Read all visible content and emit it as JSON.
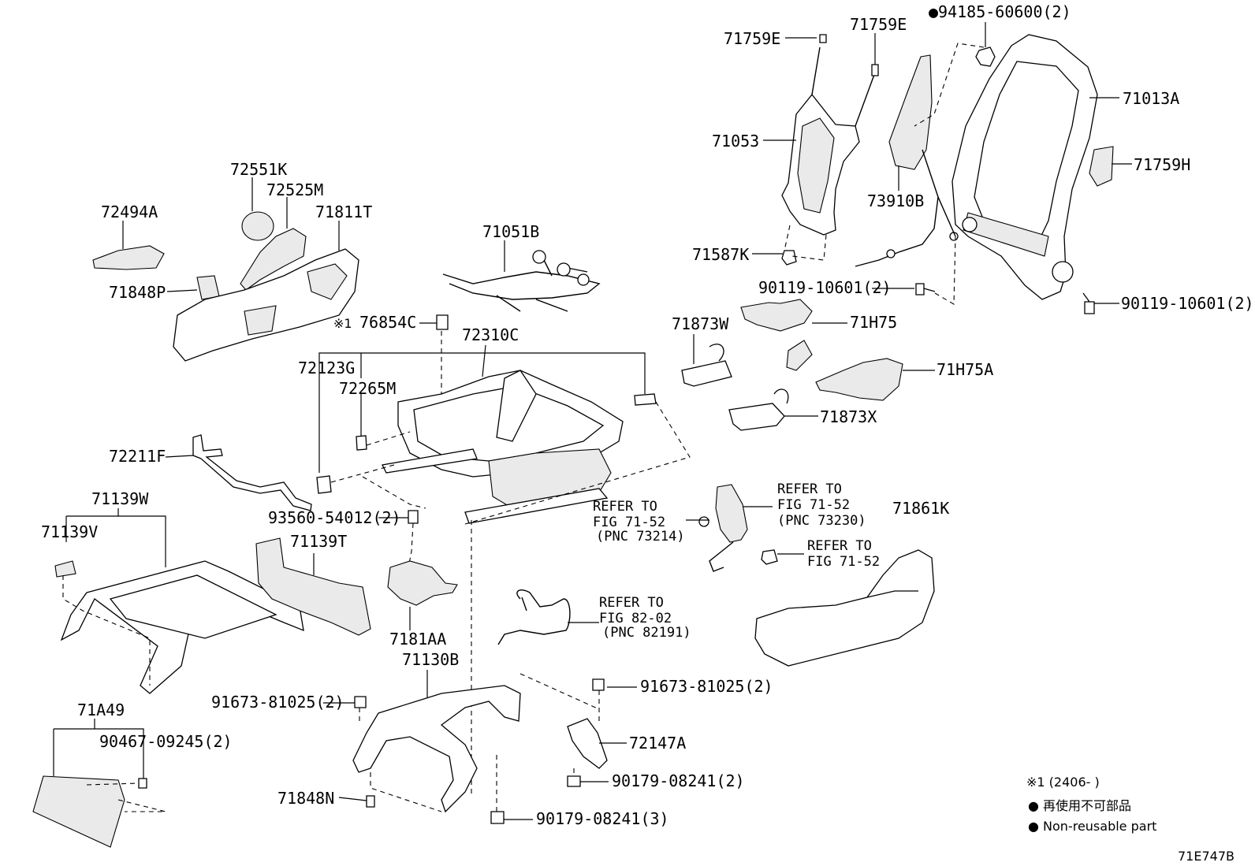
{
  "diagram_code": "71E747B",
  "labels": {
    "p71759E_a": "71759E",
    "p71759E_b": "71759E",
    "p94185": "●94185-60600(2)",
    "p71013A": "71013A",
    "p71053": "71053",
    "p71759H": "71759H",
    "p73910B": "73910B",
    "p72551K": "72551K",
    "p72525M": "72525M",
    "p72494A": "72494A",
    "p71811T": "71811T",
    "p71051B": "71051B",
    "p71587K": "71587K",
    "p90119_a": "90119-10601(2)",
    "p90119_b": "90119-10601(2)",
    "p71848P": "71848P",
    "note_mark": "※1",
    "p76854C": "76854C",
    "p71873W": "71873W",
    "p71H75": "71H75",
    "p72310C": "72310C",
    "p72123G": "72123G",
    "p72265M": "72265M",
    "p71H75A": "71H75A",
    "p71873X": "71873X",
    "p72211F": "72211F",
    "p71139W": "71139W",
    "p71139V": "71139V",
    "p93560": "93560-54012(2)",
    "p71139T": "71139T",
    "p7181AA": "7181AA",
    "p71130B": "71130B",
    "p91673_a": "91673-81025(2)",
    "p91673_b": "91673-81025(2)",
    "p72147A": "72147A",
    "p71A49": "71A49",
    "p90467": "90467-09245(2)",
    "p90179_a": "90179-08241(2)",
    "p90179_b": "90179-08241(3)",
    "p71848N": "71848N",
    "p71861K": "71861K"
  },
  "refers": {
    "r1_l1": "REFER TO",
    "r1_l2": "FIG 71-52",
    "r1_l3": "(PNC 73230)",
    "r2_l1": "REFER TO",
    "r2_l2": "FIG 71-52",
    "r2_l3": "(PNC 73214)",
    "r3_l1": "REFER TO",
    "r3_l2": "FIG 71-52",
    "r4_l1": "REFER TO",
    "r4_l2": "FIG 82-02",
    "r4_l3": "(PNC 82191)"
  },
  "legend": {
    "date_note": "※1 (2406-   )",
    "nonreuse_jp": "● 再使用不可部品",
    "nonreuse_en": "● Non-reusable part"
  }
}
